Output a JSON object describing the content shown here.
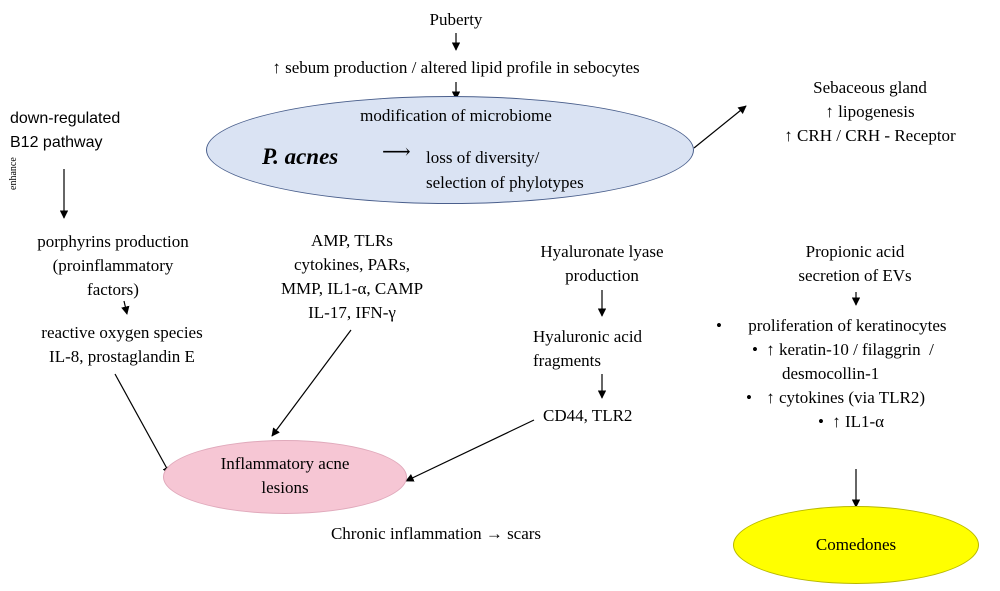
{
  "colors": {
    "microbiome_ellipse": "#dae3f3",
    "microbiome_border": "#4a5f8c",
    "lesions_ellipse": "#f6c6d4",
    "comedones_ellipse": "#ffff00"
  },
  "top": {
    "puberty": "Puberty",
    "sebum": "↑ sebum production / altered lipid profile in sebocytes",
    "modification": "modification of microbiome"
  },
  "microbiome": {
    "name": "P. acnes",
    "arrow": "⟶",
    "outcome_line1": "loss of diversity/",
    "outcome_line2": "selection of phylotypes"
  },
  "sebaceous": {
    "line1": "Sebaceous gland",
    "line2": "↑ lipogenesis",
    "line3": "↑ CRH / CRH - Receptor"
  },
  "b12": {
    "line1": "down-regulated",
    "line2": "B12 pathway",
    "side_label": "enhance",
    "porph1": "porphyrins production",
    "porph2": "(proinflammatory",
    "porph3": "factors)",
    "ros1": "reactive oxygen species",
    "ros2": "IL-8, prostaglandin E"
  },
  "mediators": {
    "line1": "AMP, TLRs",
    "line2": "cytokines, PARs,",
    "line3": "MMP, IL1-α, CAMP",
    "line4": "IL-17, IFN-γ"
  },
  "hyaluronate": {
    "line1": "Hyaluronate lyase",
    "line2": "production",
    "frag1": "Hyaluronic acid",
    "frag2": "fragments",
    "receptors": "CD44, TLR2"
  },
  "propionic": {
    "line1": "Propionic acid",
    "line2": "secretion of EVs",
    "bullet": "•",
    "up": "↑",
    "item1": "proliferation of keratinocytes",
    "item2a": "keratin-10 / filaggrin  /",
    "item2b": "desmocollin-1",
    "item3": "cytokines (via TLR2)",
    "item4": "IL1-α"
  },
  "outcomes": {
    "lesions1": "Inflammatory acne",
    "lesions2": "lesions",
    "chronic": "Chronic inflammation → scars",
    "comedones": "Comedones"
  }
}
